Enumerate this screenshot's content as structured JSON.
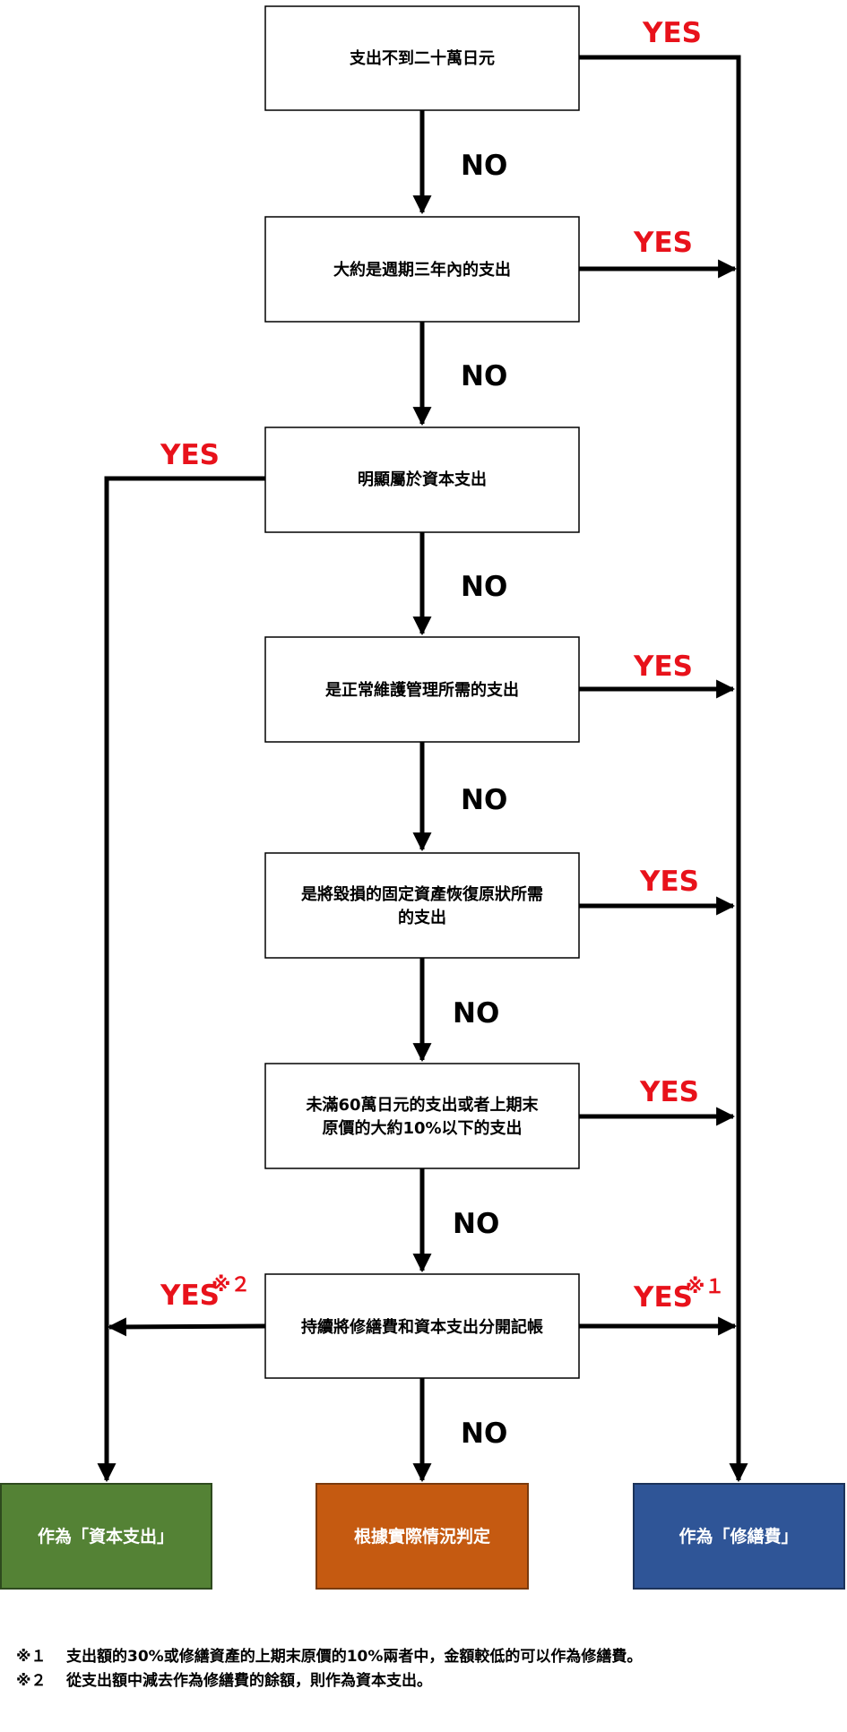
{
  "colors": {
    "yes": "#e8121b",
    "no": "#000000",
    "capital": "#548235",
    "judge": "#c55a11",
    "repair": "#2f5597"
  },
  "decisions": [
    {
      "lines": [
        "支出不到二十萬日元"
      ]
    },
    {
      "lines": [
        "大約是週期三年內的支出"
      ]
    },
    {
      "lines": [
        "明顯屬於資本支出"
      ]
    },
    {
      "lines": [
        "是正常維護管理所需的支出"
      ]
    },
    {
      "lines": [
        "是將毀損的固定資產恢復原狀所需",
        "的支出"
      ]
    },
    {
      "lines": [
        "未滿60萬日元的支出或者上期末",
        "原價的大約10%以下的支出"
      ]
    },
    {
      "lines": [
        "持續將修繕費和資本支出分開記帳"
      ]
    }
  ],
  "labels": {
    "yes": "YES",
    "no": "NO",
    "mark1": "※１",
    "mark2": "※２"
  },
  "results": {
    "capital": "作為「資本支出」",
    "judge": "根據實際情況判定",
    "repair": "作為「修繕費」"
  },
  "notes": [
    {
      "mark": "※１",
      "text": "支出額的30%或修繕資產的上期末原價的10%兩者中，金額較低的可以作為修繕費。"
    },
    {
      "mark": "※２",
      "text": "從支出額中減去作為修繕費的餘額，則作為資本支出。"
    }
  ]
}
